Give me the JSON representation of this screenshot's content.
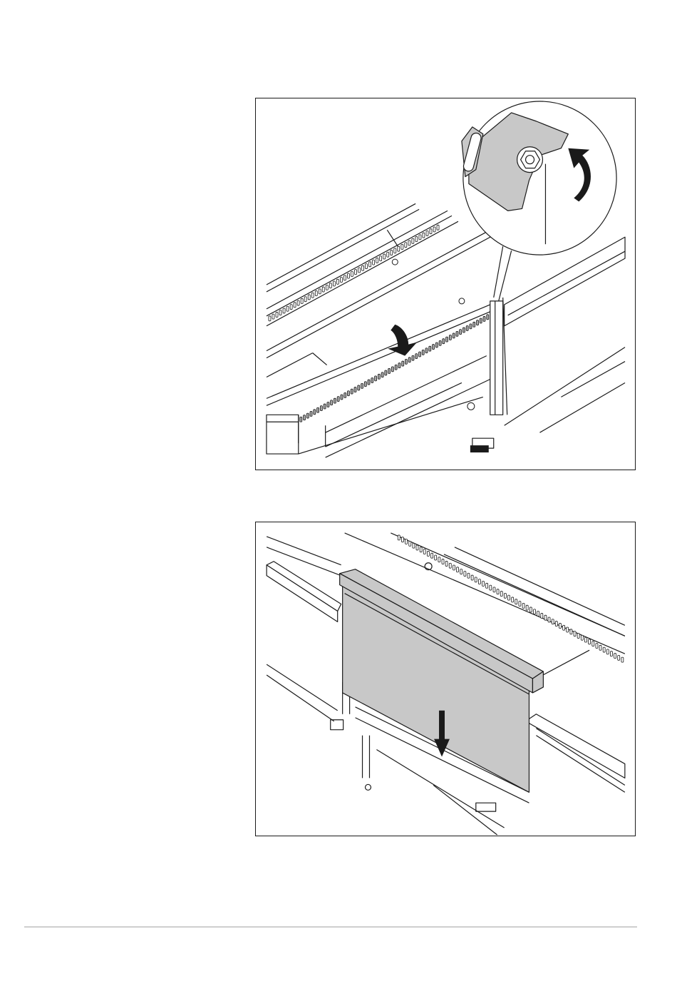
{
  "document": {
    "figures": [
      {
        "id": "figure-1",
        "depicts": [
          "rail-with-slots",
          "detail-magnifier-hex-nut",
          "rotate-arrow-icon",
          "insert-down-arrow-icon"
        ]
      },
      {
        "id": "figure-2",
        "depicts": [
          "gray-panel",
          "push-down-arrow-icon"
        ]
      }
    ],
    "colors": {
      "line": "#1a1a1a",
      "panel_fill": "#c8c8c8",
      "arrow_fill": "#a8a8a8",
      "background": "#ffffff",
      "footer_rule": "#cfcfcf"
    }
  }
}
